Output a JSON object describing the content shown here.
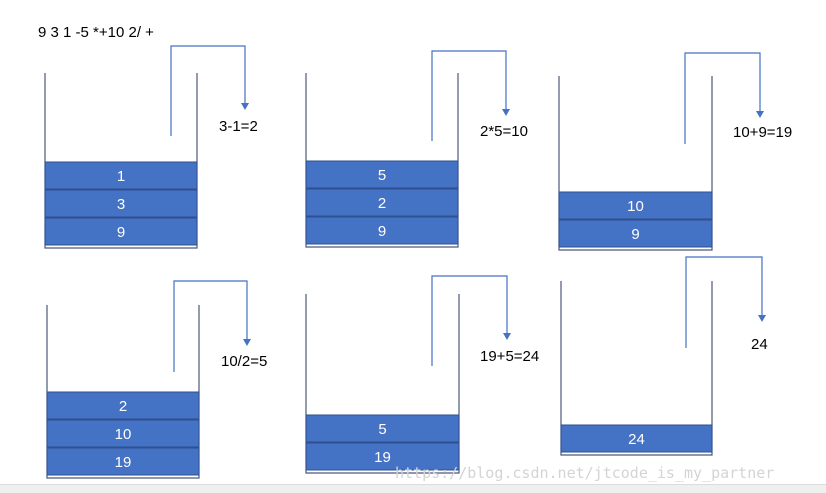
{
  "expression": "9 3 1 -5 *+10 2/ +",
  "colors": {
    "cell_fill": "#4472c4",
    "cell_border": "#2f4f8f",
    "stack_wall": "#4a5a78",
    "arrow": "#4472c4"
  },
  "stacks": [
    {
      "cells": [
        "1",
        "3",
        "9"
      ],
      "label": "3-1=2"
    },
    {
      "cells": [
        "5",
        "2",
        "9"
      ],
      "label": "2*5=10"
    },
    {
      "cells": [
        "10",
        "9"
      ],
      "label": "10+9=19"
    },
    {
      "cells": [
        "2",
        "10",
        "19"
      ],
      "label": "10/2=5"
    },
    {
      "cells": [
        "5",
        "19"
      ],
      "label": "19+5=24"
    },
    {
      "cells": [
        "24"
      ],
      "label": "24"
    }
  ],
  "watermark": "https://blog.csdn.net/jtcode_is_my_partner"
}
